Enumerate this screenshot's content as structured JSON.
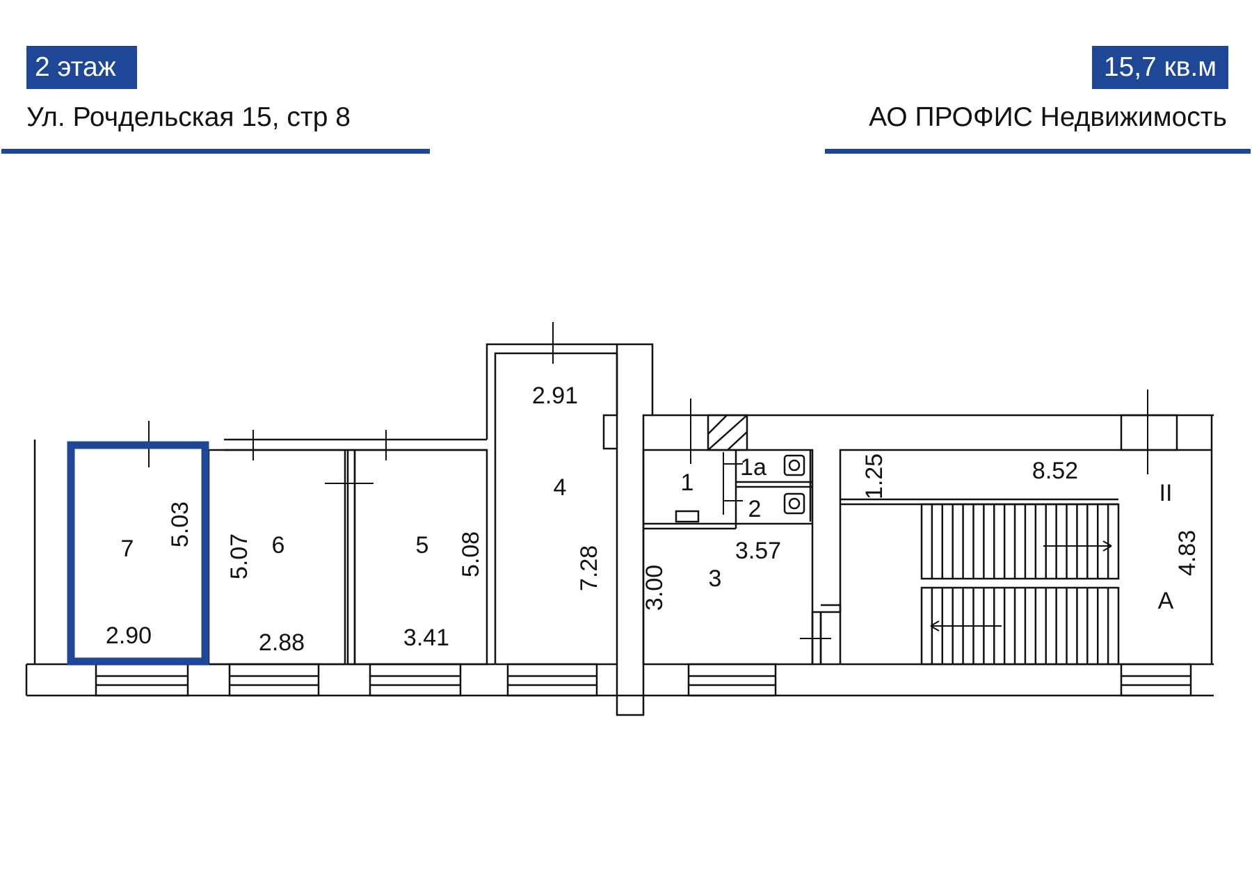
{
  "header": {
    "floor_label": "2 этаж",
    "area_label": "15,7 кв.м",
    "address": "Ул. Рочдельская 15, стр 8",
    "company": "АО ПРОФИС Недвижимость"
  },
  "colors": {
    "accent": "#1f4797",
    "line": "#111111",
    "background": "#ffffff"
  },
  "plan": {
    "highlighted_room": "7",
    "rooms": [
      {
        "id": "room-7",
        "number": "7",
        "width": "2.90",
        "length": "5.03"
      },
      {
        "id": "room-6",
        "number": "6",
        "width": "2.88",
        "length": "5.07"
      },
      {
        "id": "room-5",
        "number": "5",
        "width": "3.41",
        "length": "5.08"
      },
      {
        "id": "room-4",
        "number": "4",
        "width": "2.91",
        "length": "7.28"
      },
      {
        "id": "room-1",
        "number": "1"
      },
      {
        "id": "room-1a",
        "number": "1а"
      },
      {
        "id": "room-2",
        "number": "2"
      },
      {
        "id": "room-3",
        "number": "3",
        "width": "3.57",
        "length": "3.00"
      },
      {
        "id": "stair",
        "number": "II",
        "sub": "А",
        "width": "8.52",
        "length": "4.83",
        "extra": "1.25"
      }
    ]
  }
}
